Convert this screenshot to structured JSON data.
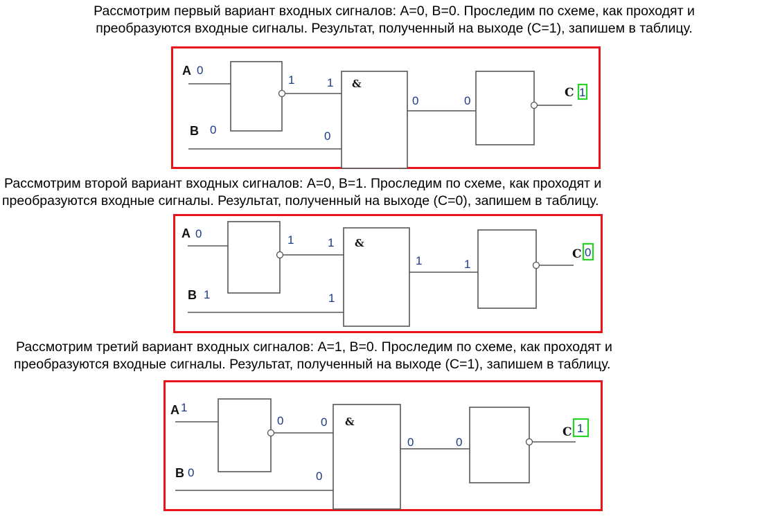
{
  "paragraphs": [
    {
      "line1": "Рассмотрим первый вариант входных сигналов: A=0, B=0. Проследим по схеме, как проходят и",
      "line2": "преобразуются входные сигналы. Результат, полученный на выходе (С=1), запишем в таблицу."
    },
    {
      "line1": "Рассмотрим второй вариант входных сигналов: A=0, B=1. Проследим по схеме, как проходят и",
      "line2": "преобразуются входные сигналы. Результат, полученный на выходе (С=0), запишем в таблицу."
    },
    {
      "line1": "Рассмотрим третий вариант входных сигналов: A=1, B=0. Проследим по схеме, как проходят и",
      "line2": "преобразуются входные сигналы. Результат, полученный на выходе (С=1), запишем в таблицу."
    }
  ],
  "labels": {
    "input_a": "A",
    "input_b": "B",
    "output_c": "C",
    "and_symbol": "&"
  },
  "circuits": [
    {
      "a": "0",
      "b": "0",
      "not_out": "1",
      "and_in_top": "1",
      "and_in_bottom": "0",
      "and_out": "0",
      "not2_in": "0",
      "c": "1"
    },
    {
      "a": "0",
      "b": "1",
      "not_out": "1",
      "and_in_top": "1",
      "and_in_bottom": "1",
      "and_out": "1",
      "not2_in": "1",
      "c": "0"
    },
    {
      "a": "1",
      "b": "0",
      "not_out": "0",
      "and_in_top": "0",
      "and_in_bottom": "0",
      "and_out": "0",
      "not2_in": "0",
      "c": "1"
    }
  ],
  "colors": {
    "frame_border": "#e8131b",
    "output_highlight": "#27d327",
    "signal_text": "#1c3a8a"
  }
}
